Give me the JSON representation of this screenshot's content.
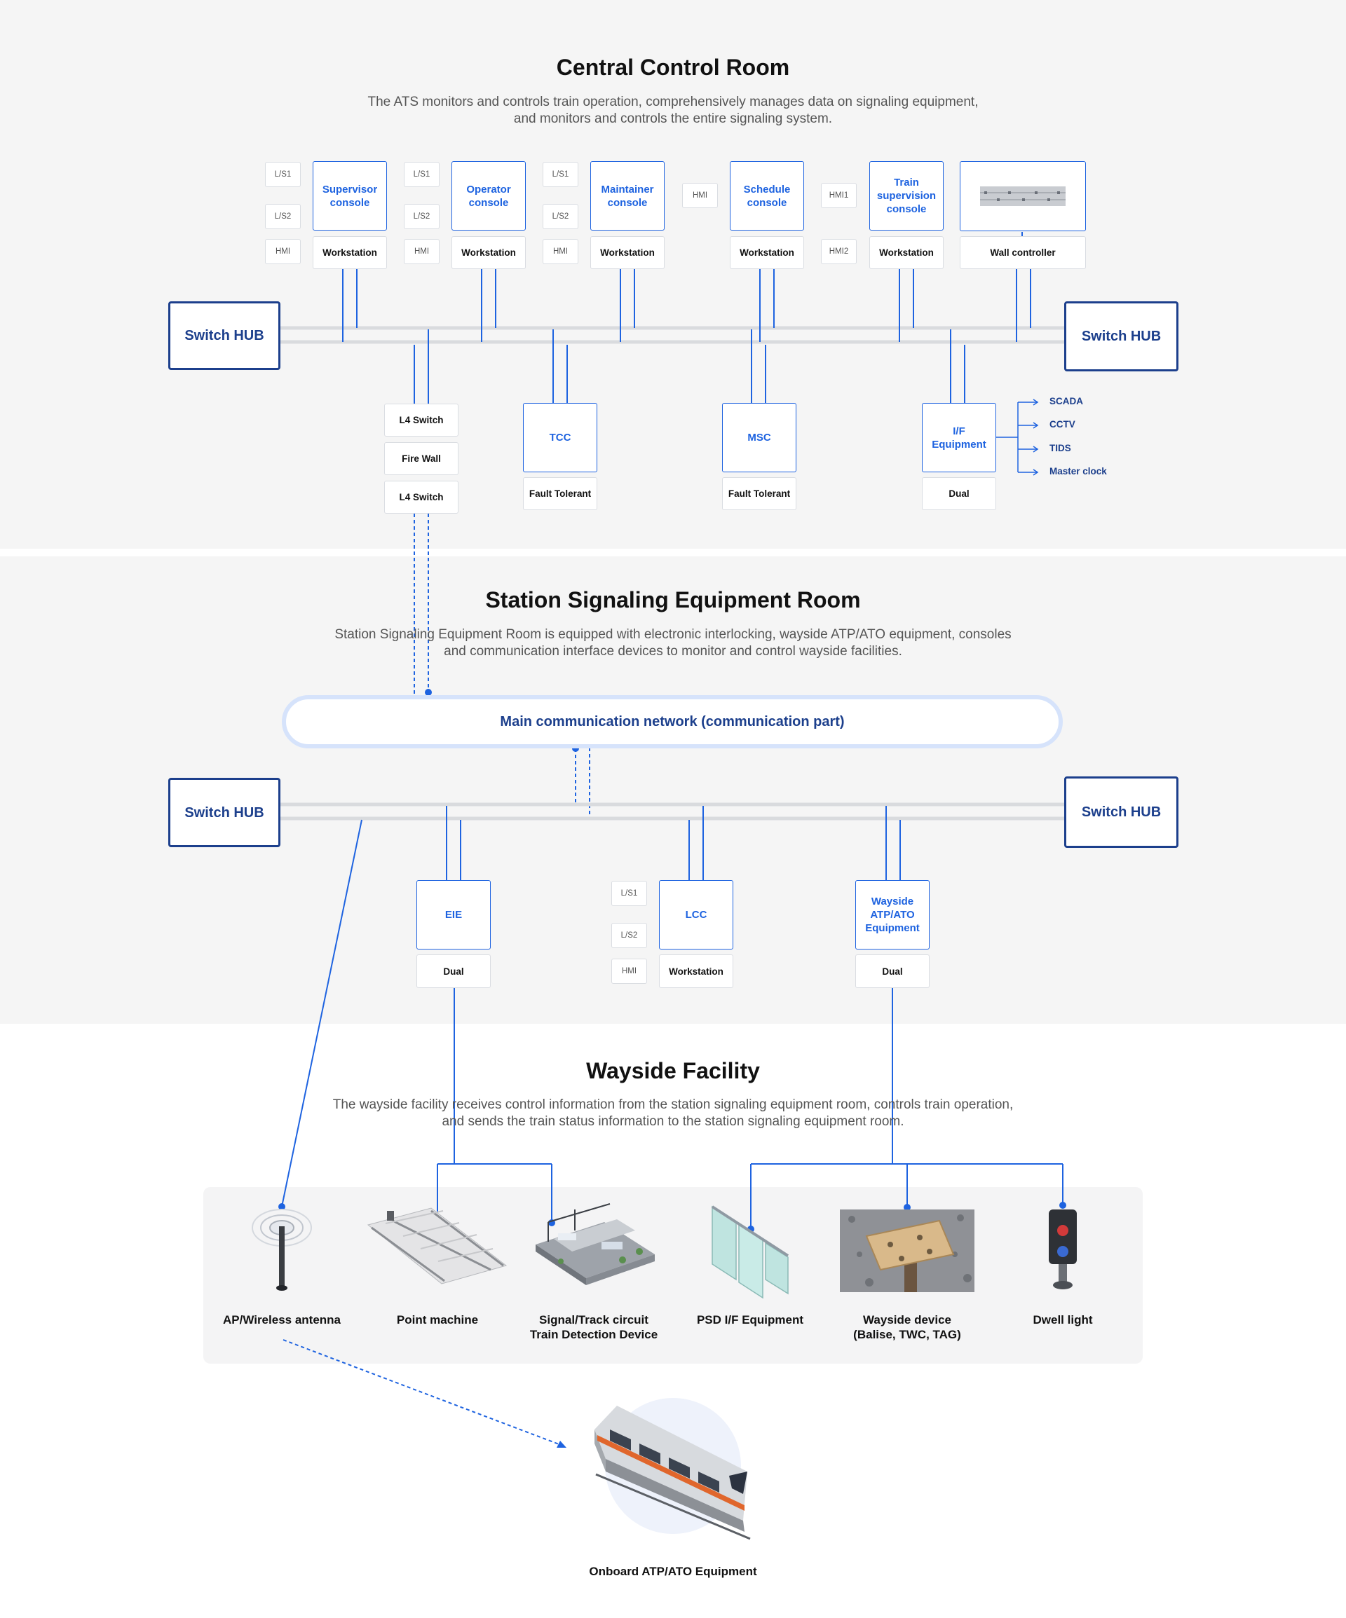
{
  "central": {
    "title": "Central Control Room",
    "desc_line1": "The ATS monitors and controls train operation, comprehensively manages data on signaling equipment,",
    "desc_line2": "and monitors and controls the entire signaling system.",
    "supervisor": "Supervisor console",
    "operator": "Operator console",
    "maintainer": "Maintainer console",
    "schedule": "Schedule console",
    "train_supervision": "Train supervision console",
    "workstation": "Workstation",
    "wall_controller": "Wall controller",
    "ls1": "L/S1",
    "ls2": "L/S2",
    "hmi": "HMI",
    "hmi1": "HMI1",
    "hmi2": "HMI2",
    "switch_hub": "Switch HUB",
    "l4_switch": "L4 Switch",
    "fire_wall": "Fire Wall",
    "tcc": "TCC",
    "msc": "MSC",
    "if_equipment": "I/F Equipment",
    "fault_tolerant": "Fault Tolerant",
    "dual": "Dual",
    "external": [
      "SCADA",
      "CCTV",
      "TIDS",
      "Master clock"
    ]
  },
  "station": {
    "title": "Station Signaling Equipment Room",
    "desc_line1": "Station Signaling Equipment Room is equipped with electronic interlocking, wayside ATP/ATO equipment, consoles",
    "desc_line2": "and communication interface devices to monitor and control wayside facilities.",
    "network": "Main communication network (communication part)",
    "switch_hub": "Switch HUB",
    "eie": "EIE",
    "lcc": "LCC",
    "wayside_atp": "Wayside ATP/ATO Equipment",
    "dual": "Dual",
    "workstation": "Workstation",
    "ls1": "L/S1",
    "ls2": "L/S2",
    "hmi": "HMI"
  },
  "wayside": {
    "title": "Wayside Facility",
    "desc_line1": "The wayside facility receives control information from the station signaling equipment room, controls train operation,",
    "desc_line2": "and sends the train status information to the station signaling equipment room.",
    "devices": [
      {
        "line1": "AP/Wireless antenna",
        "line2": ""
      },
      {
        "line1": "Point machine",
        "line2": ""
      },
      {
        "line1": "Signal/Track circuit",
        "line2": "Train Detection Device"
      },
      {
        "line1": "PSD I/F Equipment",
        "line2": ""
      },
      {
        "line1": "Wayside device",
        "line2": "(Balise, TWC, TAG)"
      },
      {
        "line1": "Dwell light",
        "line2": ""
      }
    ],
    "onboard": "Onboard ATP/ATO Equipment"
  },
  "colors": {
    "accent": "#1e63e0",
    "navy": "#1c3f8c",
    "band": "#f5f5f5",
    "bus": "#d9dbde",
    "ring": "#d6e3fb"
  },
  "icons": [
    "antenna-icon",
    "point-machine-icon",
    "signal-track-icon",
    "psd-icon",
    "balise-icon",
    "dwell-light-icon",
    "train-icon",
    "arrow-right-icon",
    "video-wall-icon"
  ]
}
